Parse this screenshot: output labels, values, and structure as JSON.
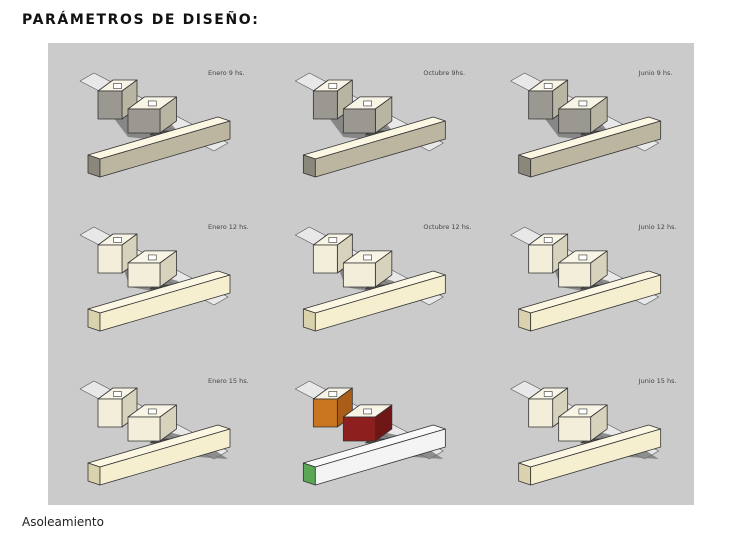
{
  "heading": "PARÁMETROS DE DISEÑO:",
  "caption": "Asoleamiento",
  "palette": {
    "panel_bg": "#cbcbcb",
    "bar_front": "#f5efcf",
    "bar_top": "#fbf7e3",
    "bar_side": "#d9d2ad",
    "cube_front": "#f2eed9",
    "cube_top": "#f8f5e6",
    "cube_side": "#d7d2bb",
    "shadow": "#707070",
    "plate": "#e8e8e8",
    "special_orange": "#c9741f",
    "special_red": "#8e1f1f",
    "special_green": "#5aa855",
    "special_white": "#f4f4f4"
  },
  "thumbnails": [
    {
      "label": "Enero 9 hs.",
      "shade": "left",
      "special": false
    },
    {
      "label": "Octubre 9hs.",
      "shade": "left",
      "special": false
    },
    {
      "label": "Junio 9 hs.",
      "shade": "left",
      "special": false
    },
    {
      "label": "Enero 12 hs.",
      "shade": "under",
      "special": false
    },
    {
      "label": "Octubre 12 hs.",
      "shade": "under",
      "special": false
    },
    {
      "label": "Junio 12 hs.",
      "shade": "under",
      "special": false
    },
    {
      "label": "Enero 15 hs.",
      "shade": "right",
      "special": false
    },
    {
      "label": "",
      "shade": "right",
      "special": true
    },
    {
      "label": "Junio 15 hs.",
      "shade": "right",
      "special": false
    }
  ]
}
